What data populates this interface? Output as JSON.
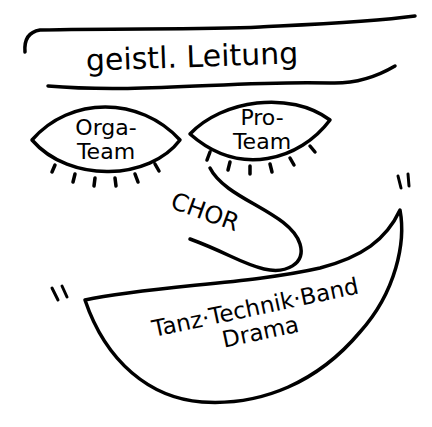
{
  "diagram": {
    "nodes": [
      {
        "text": [
          "geistl. Leitung"
        ]
      },
      {
        "text": [
          "Orga- Team"
        ]
      },
      {
        "text": [
          "Pro- Team"
        ]
      },
      {
        "text": [
          "CHOR"
        ]
      },
      {
        "text": [
          "Tanz·Technik·Band Drama"
        ]
      }
    ]
  }
}
